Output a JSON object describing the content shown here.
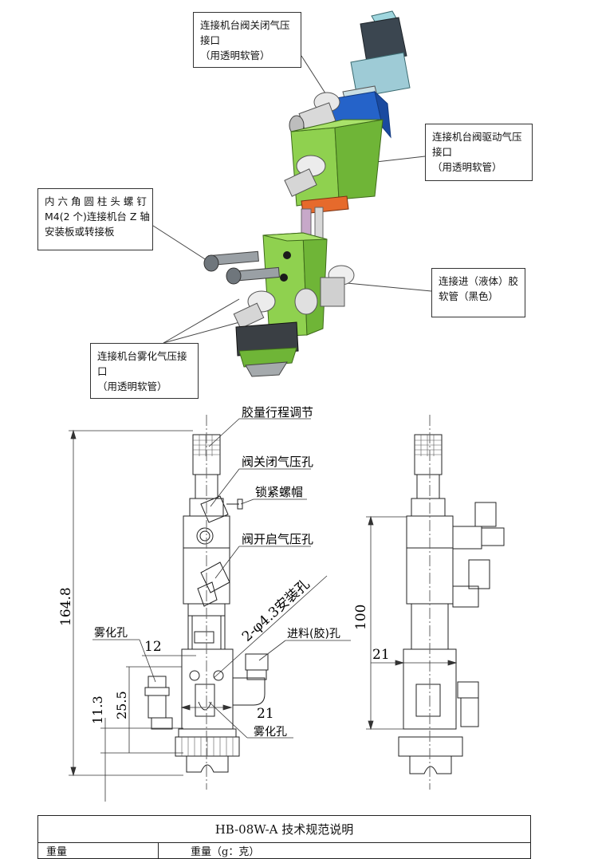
{
  "callouts": {
    "closing_port": [
      "连接机台阀关闭气压",
      "接口",
      "（用透明软管）"
    ],
    "driving_port": [
      "连接机台阀驱动气压",
      "接口",
      "（用透明软管）"
    ],
    "screw": [
      "内 六 角 圆 柱 头 螺 钉",
      "M4(2 个)连接机台 Z 轴",
      "安装板或转接板"
    ],
    "liquid_inlet": [
      "连接进（液体）胶",
      "软管（黑色）"
    ],
    "atomizing_port": [
      "连接机台雾化气压接",
      "口",
      "（用透明软管）"
    ]
  },
  "drawing": {
    "labels": {
      "stroke_adjust": "胶量行程调节",
      "valve_close_port": "阀关闭气压孔",
      "lock_nut": "锁紧螺帽",
      "valve_open_port": "阀开启气压孔",
      "mount_holes": "2-φ4.3安装孔",
      "atomize_hole_left": "雾化孔",
      "feed_hole": "进料(胶)孔",
      "atomize_hole_bottom": "雾化孔"
    },
    "dimensions": {
      "total_height": "164.8",
      "width_12": "12",
      "height_25_5": "25.5",
      "height_11_3": "11.3",
      "width_21": "21",
      "side_height_100": "100",
      "side_width_21": "21"
    }
  },
  "spec_table": {
    "title": "HB-08W-A 技术规范说明",
    "row1_col1": "重量",
    "row1_col2": "重量（g：克）"
  },
  "colors": {
    "green_body": "#8fd14f",
    "blue_cap": "#2563c9",
    "steel": "#b8c4cc",
    "drawing_line": "#222222"
  }
}
